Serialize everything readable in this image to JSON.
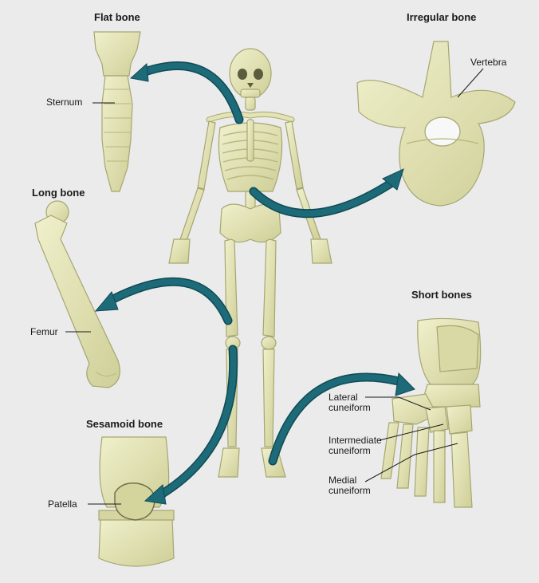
{
  "sections": {
    "flat": {
      "title": "Flat bone",
      "label": "Sternum"
    },
    "irregular": {
      "title": "Irregular bone",
      "label": "Vertebra"
    },
    "long": {
      "title": "Long bone",
      "label": "Femur"
    },
    "short": {
      "title": "Short bones",
      "labels": [
        {
          "line1": "Lateral",
          "line2": "cuneiform"
        },
        {
          "line1": "Intermediate",
          "line2": "cuneiform"
        },
        {
          "line1": "Medial",
          "line2": "cuneiform"
        }
      ]
    },
    "sesamoid": {
      "title": "Sesamoid bone",
      "label": "Patella"
    }
  },
  "colors": {
    "background": "#ebebeb",
    "bone_fill": "#e3e3b6",
    "bone_shade": "#c9c993",
    "bone_outline": "#a6a672",
    "arrow": "#1d6a78",
    "arrow_dark": "#0f4a55"
  }
}
